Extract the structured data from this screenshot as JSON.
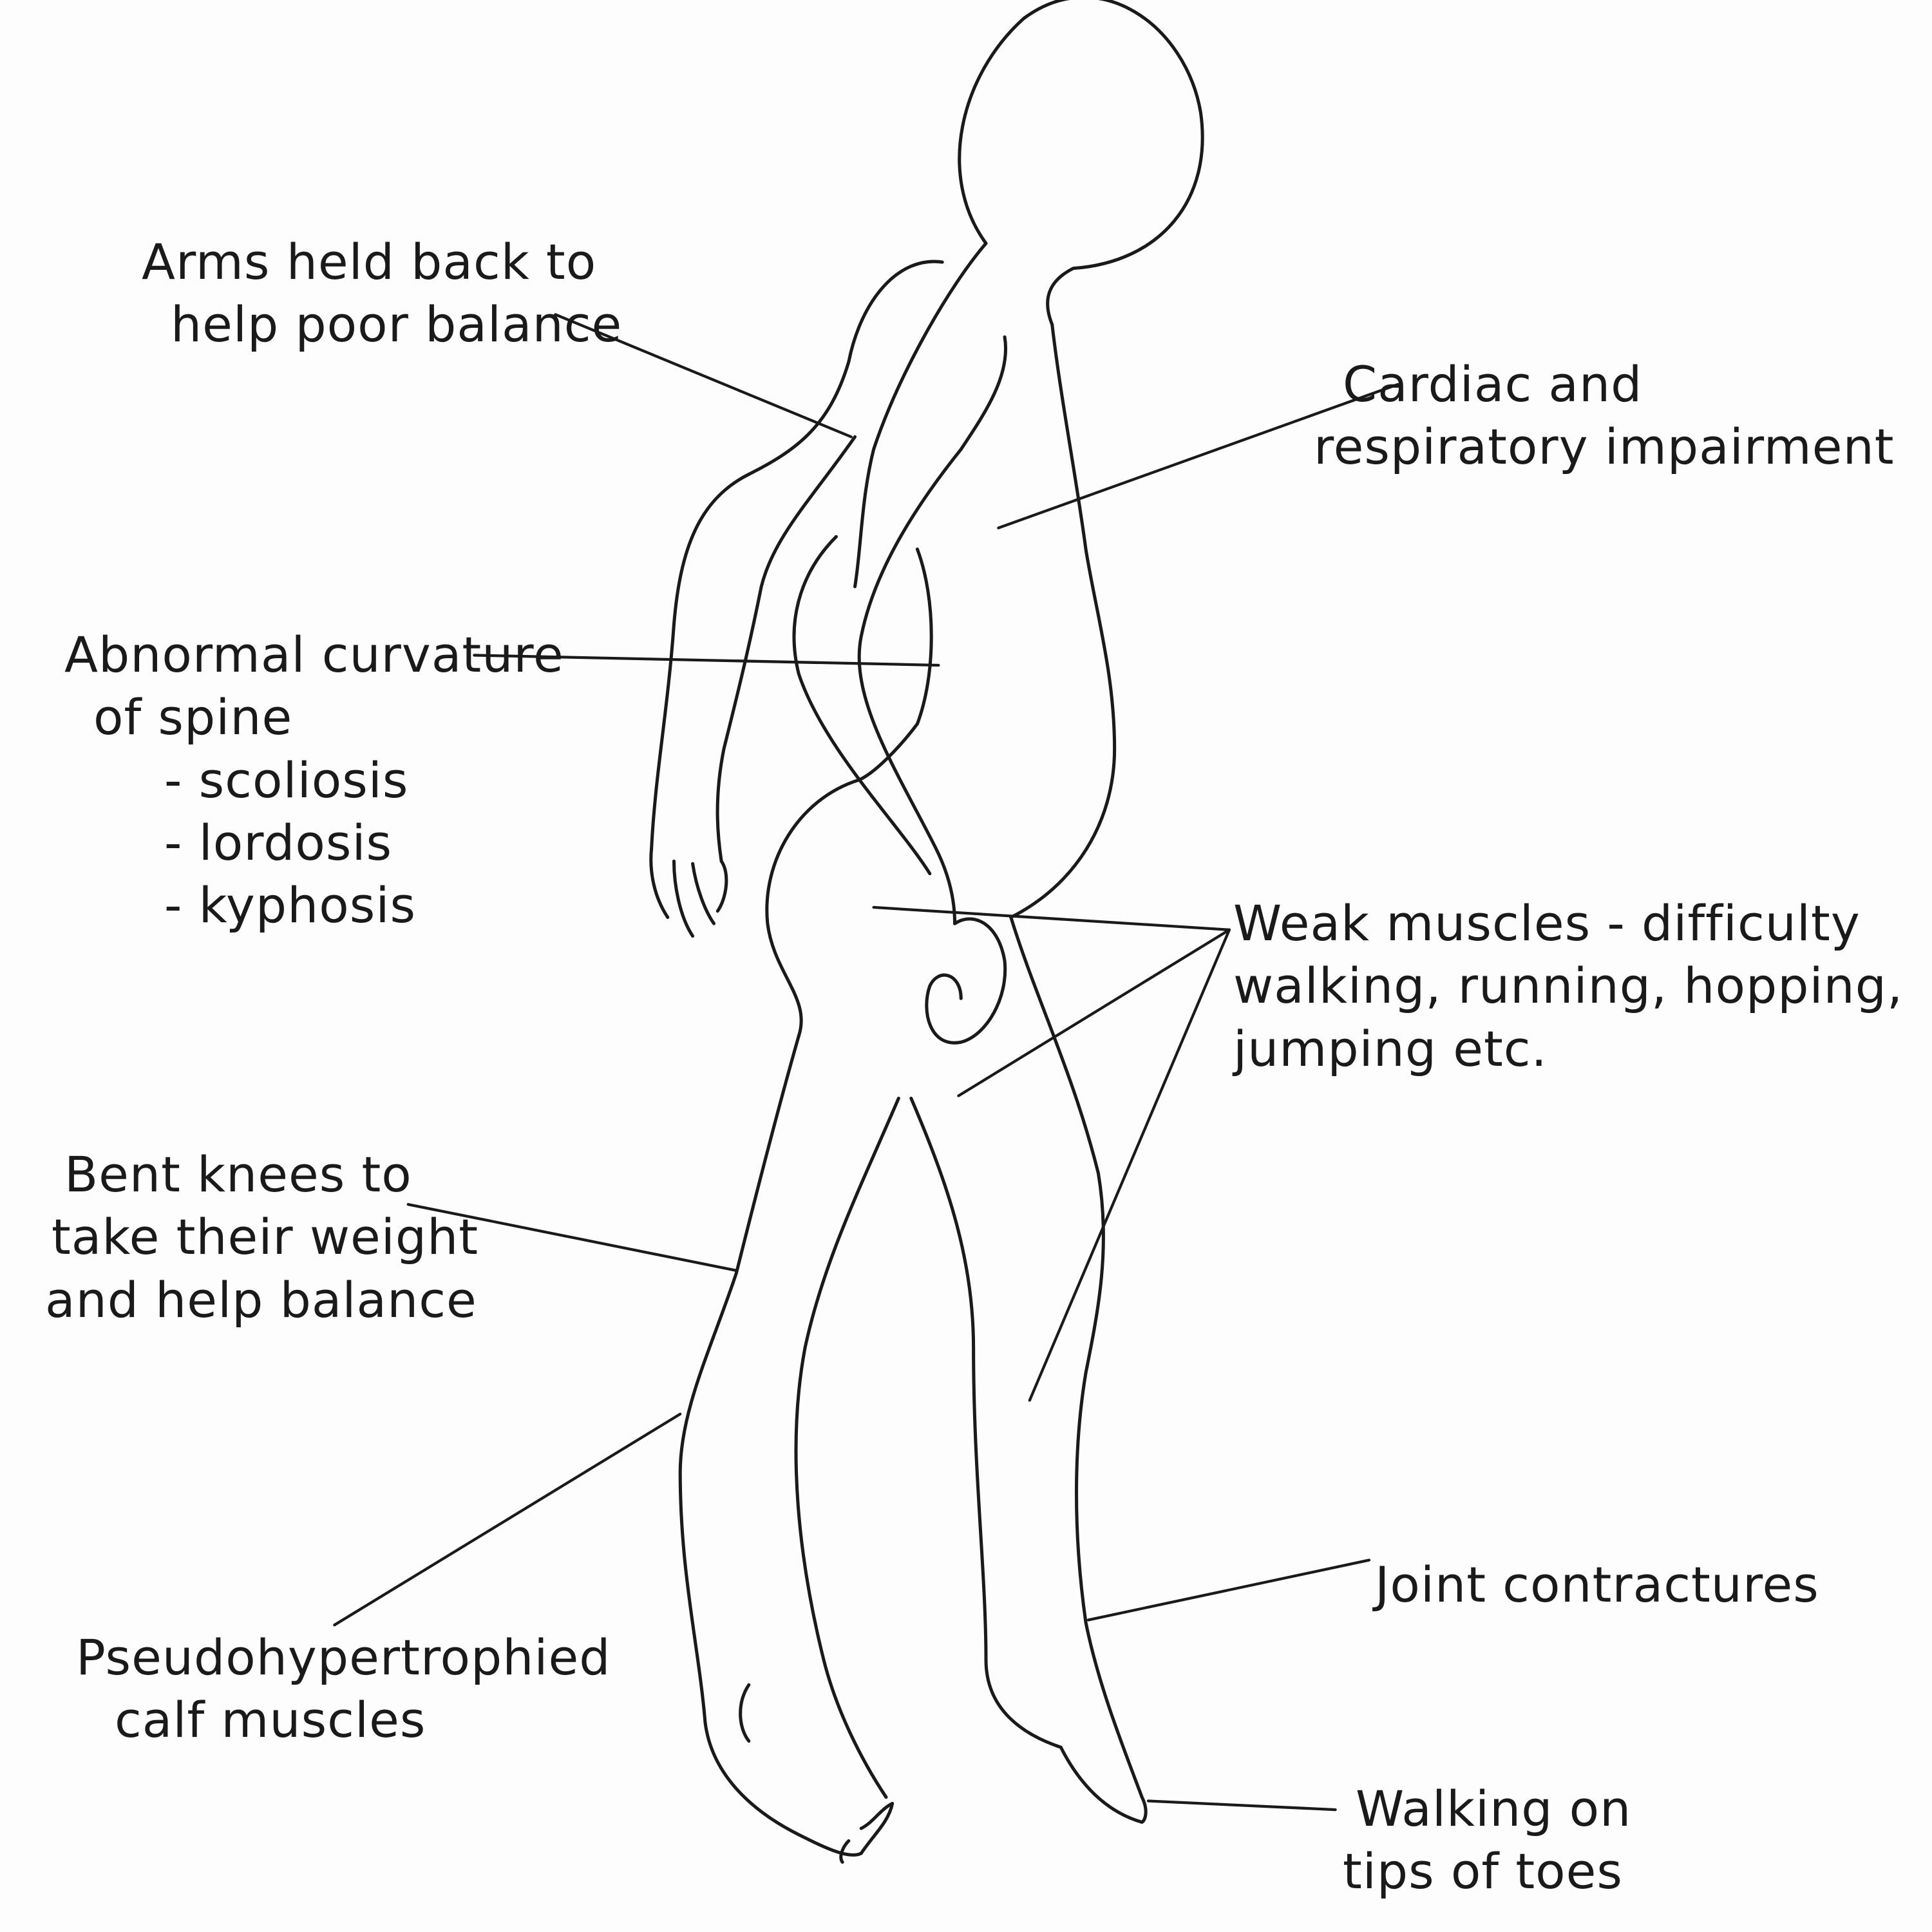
{
  "labels": {
    "arms": [
      "Arms held back to",
      "help poor balance"
    ],
    "cardiac": [
      "Cardiac and",
      "respiratory impairment"
    ],
    "spine": [
      "Abnormal curvature",
      "of spine",
      "- scoliosis",
      "- lordosis",
      "- kyphosis"
    ],
    "weak": [
      "Weak muscles - difficulty",
      "walking, running, hopping,",
      "jumping etc."
    ],
    "knees": [
      "Bent knees to",
      "take their weight",
      "and help balance"
    ],
    "joint": [
      "Joint contractures"
    ],
    "calf": [
      "Pseudohypertrophied",
      "calf muscles"
    ],
    "toes": [
      "Walking on",
      "tips of toes"
    ]
  },
  "colors": {
    "ink": "#1a1a1a",
    "paper": "#fdfdfd"
  }
}
